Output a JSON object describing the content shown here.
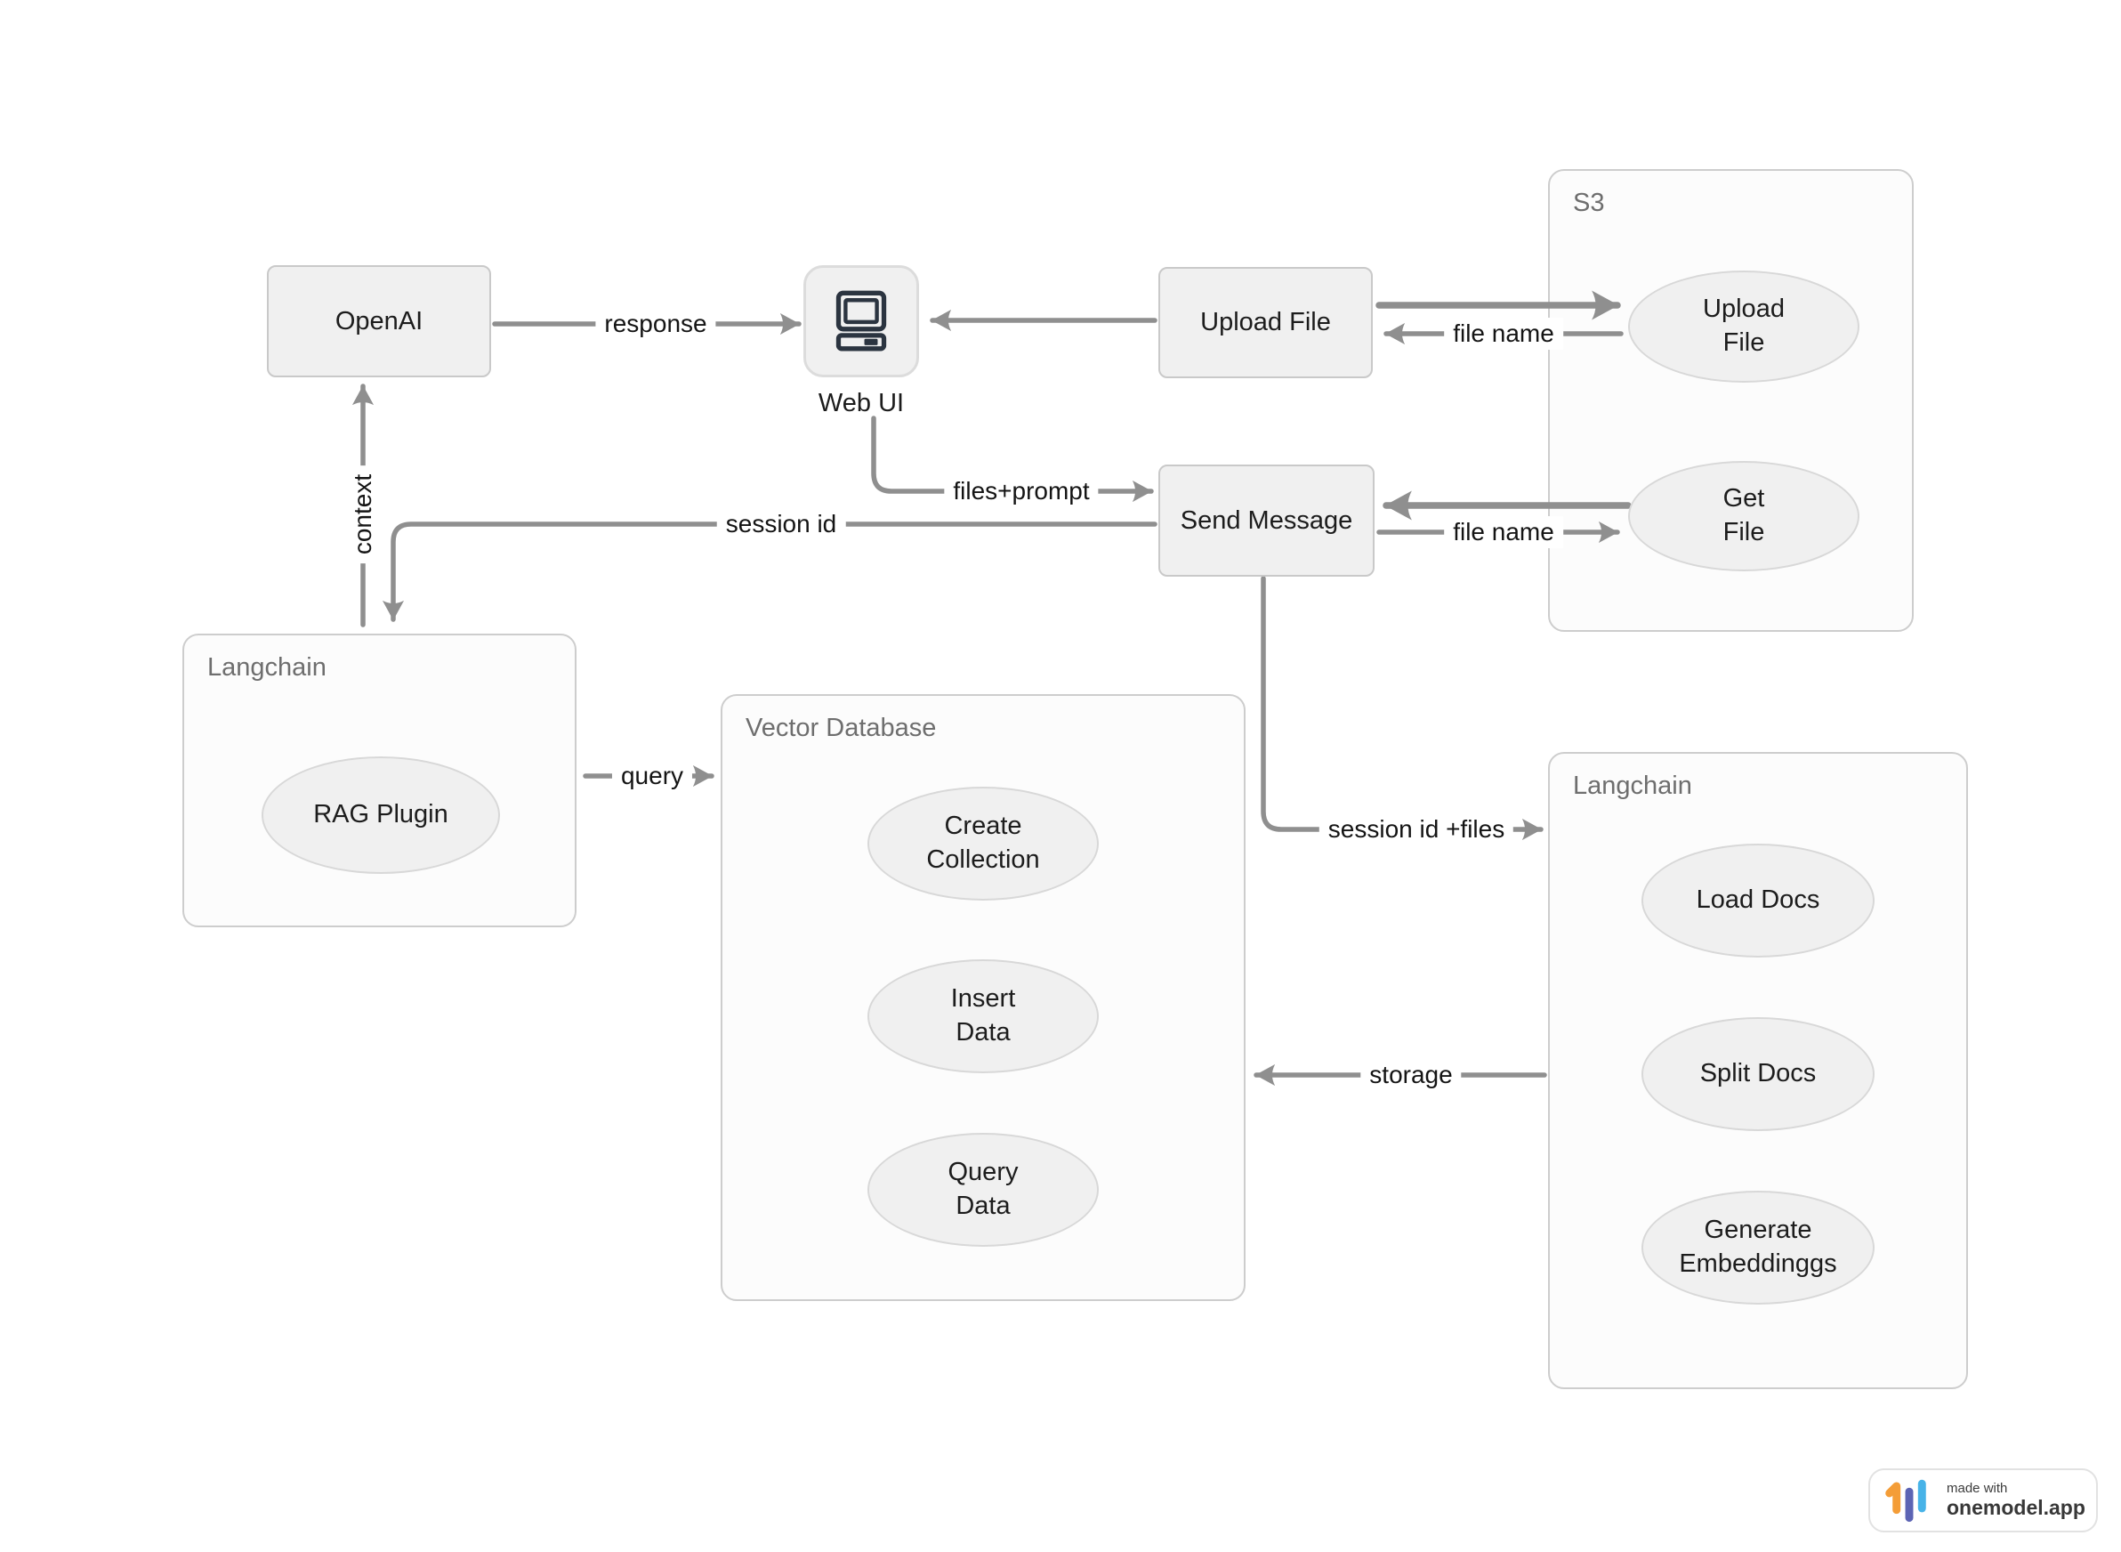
{
  "colors": {
    "arrow": "#8f8f8f",
    "node_fill": "#f0f0f0",
    "node_border": "#c9c9c9",
    "group_border": "#cdcdcd",
    "icon_dark": "#2b3440",
    "logo_orange": "#F49D37",
    "logo_indigo": "#5C64B4",
    "logo_blue": "#47B3E8"
  },
  "nodes": {
    "openai": "OpenAI",
    "web_ui": "Web UI",
    "upload_file": "Upload File",
    "send_message": "Send Message"
  },
  "containers": {
    "s3": {
      "title": "S3",
      "ops": {
        "upload_file": "Upload\nFile",
        "get_file": "Get\nFile"
      }
    },
    "langchain_left": {
      "title": "Langchain",
      "ops": {
        "rag_plugin": "RAG Plugin"
      }
    },
    "vector_database": {
      "title": "Vector Database",
      "ops": {
        "create_collection": "Create\nCollection",
        "insert_data": "Insert\nData",
        "query_data": "Query\nData"
      }
    },
    "langchain_right": {
      "title": "Langchain",
      "ops": {
        "load_docs": "Load Docs",
        "split_docs": "Split Docs",
        "generate_embeddings": "Generate\nEmbeddinggs"
      }
    }
  },
  "edges": {
    "response": "response",
    "file_name_upload": "file name",
    "file_name_get": "file name",
    "files_prompt": "files+prompt",
    "session_id": "session id",
    "context": "context",
    "query": "query",
    "session_id_files": "session id +files",
    "storage": "storage"
  },
  "badge": {
    "made_with": "made with",
    "brand": "onemodel.app"
  }
}
